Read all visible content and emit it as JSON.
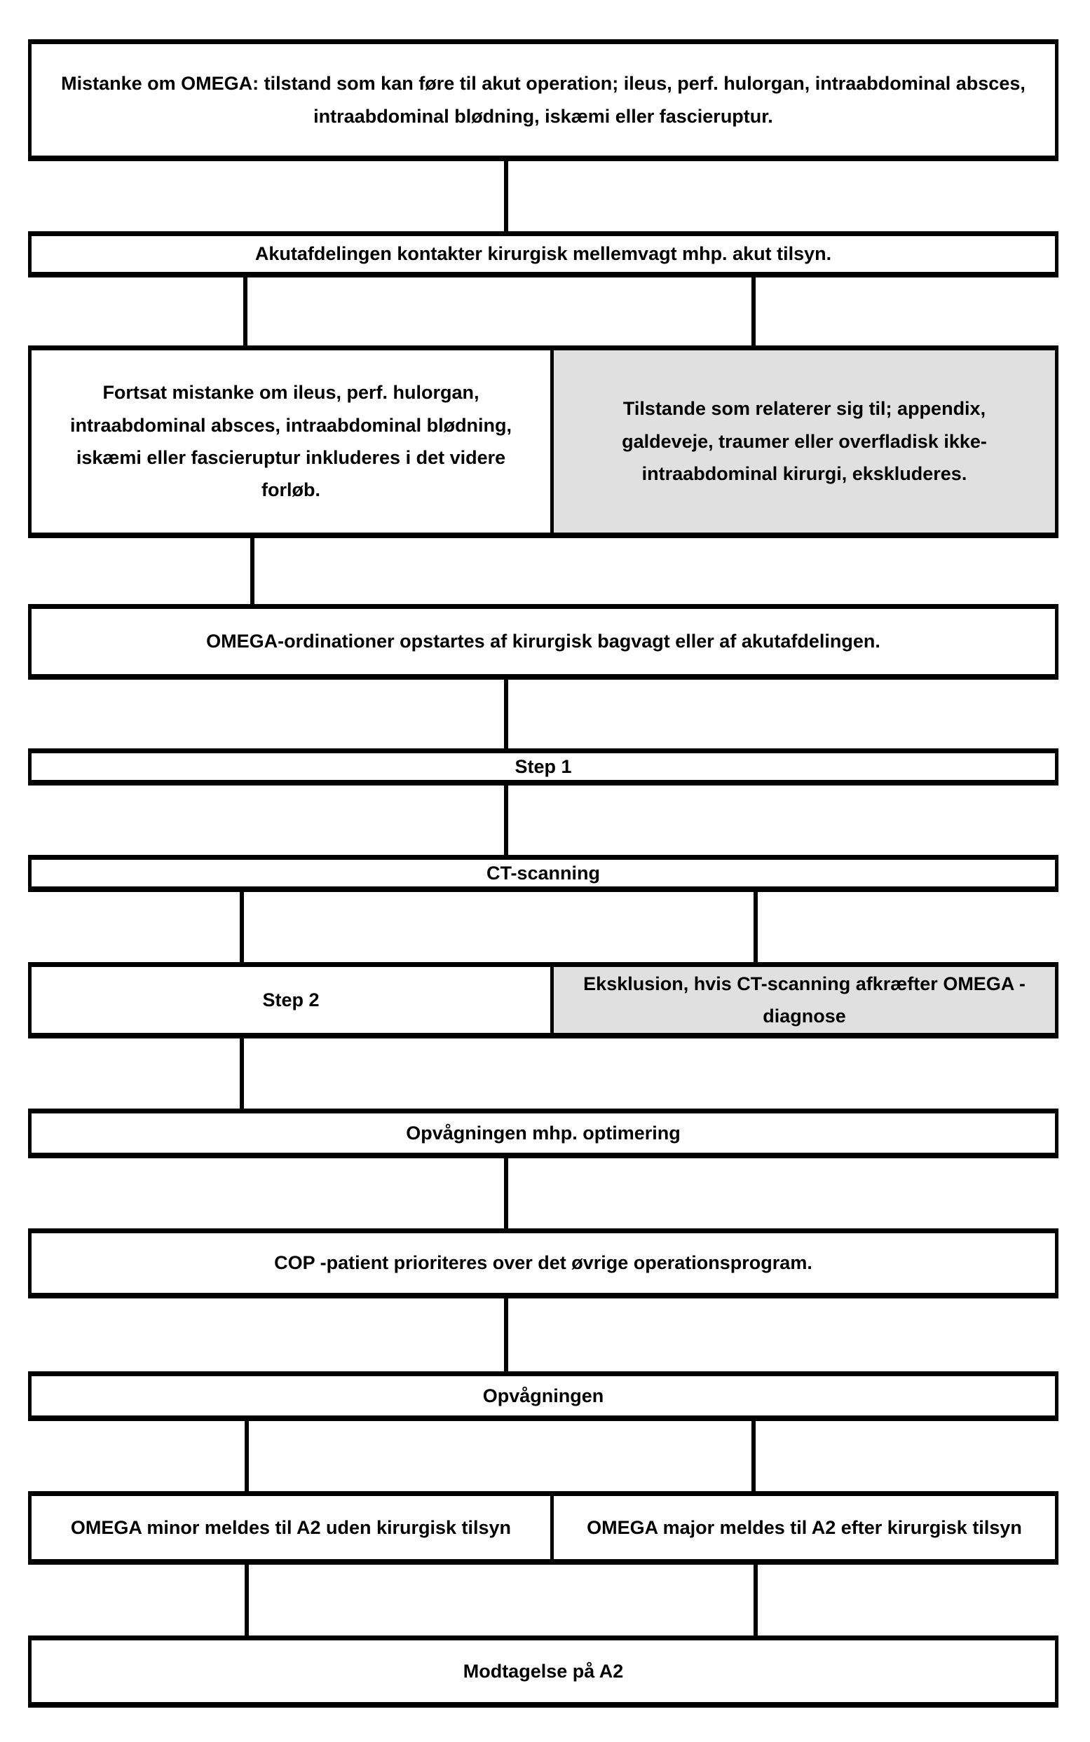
{
  "flowchart": {
    "nodes": {
      "suspicion": "Mistanke om OMEGA: tilstand som kan føre til akut operation; ileus, perf. hulorgan, intraabdominal absces, intraabdominal blødning, iskæmi eller fascieruptur.",
      "contact": "Akutafdelingen kontakter kirurgisk mellemvagt mhp. akut tilsyn.",
      "continued_suspicion": "Fortsat mistanke om ileus, perf. hulorgan, intraabdominal absces, intraabdominal blødning, iskæmi eller fascieruptur inkluderes i det videre forløb.",
      "excluded_conditions": "Tilstande som relaterer sig til; appendix, galdeveje, traumer eller overfladisk ikke- intraabdominal kirurgi, ekskluderes.",
      "ordinations": "OMEGA-ordinationer opstartes af kirurgisk bagvagt eller af akutafdelingen.",
      "step1": "Step 1",
      "ct_scanning": "CT-scanning",
      "step2": "Step 2",
      "exclusion_ct": "Eksklusion, hvis CT-scanning afkræfter OMEGA -diagnose",
      "recovery_optimization": "Opvågningen mhp. optimering",
      "cop_priority": "COP -patient prioriteres over det øvrige operationsprogram.",
      "recovery": "Opvågningen",
      "omega_minor": "OMEGA minor meldes til A2 uden kirurgisk tilsyn",
      "omega_major": "OMEGA major meldes til A2 efter kirurgisk tilsyn",
      "reception_a2": "Modtagelse på A2"
    },
    "colors": {
      "border": "#000000",
      "node_bg": "#ffffff",
      "excluded_bg": "#e0e0e0"
    }
  }
}
